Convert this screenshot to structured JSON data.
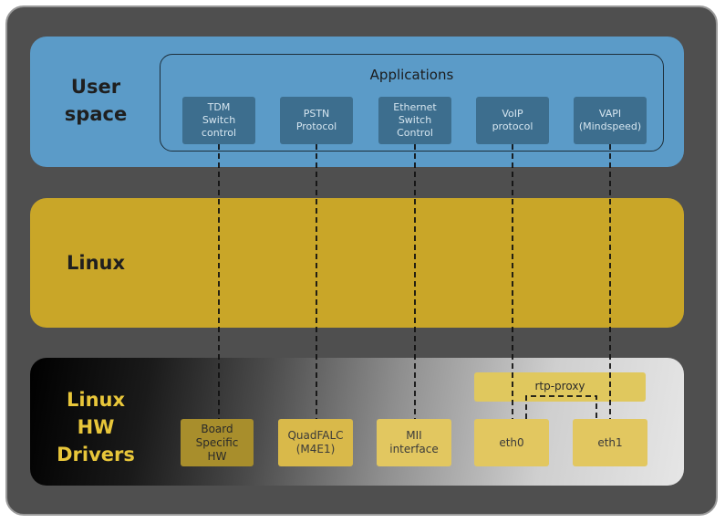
{
  "layers": {
    "user_space": {
      "title_line1": "User",
      "title_line2": "space",
      "color": "#5b9bc8"
    },
    "linux": {
      "title": "Linux",
      "color": "#c9a628"
    },
    "hw_drivers": {
      "title_line1": "Linux",
      "title_line2": "HW",
      "title_line3": "Drivers",
      "title_color": "#e8c63a"
    }
  },
  "applications": {
    "title": "Applications",
    "items": [
      {
        "line1": "TDM",
        "line2": "Switch",
        "line3": "control"
      },
      {
        "line1": "PSTN",
        "line2": "Protocol",
        "line3": ""
      },
      {
        "line1": "Ethernet",
        "line2": "Switch",
        "line3": "Control"
      },
      {
        "line1": "VoIP",
        "line2": "protocol",
        "line3": ""
      },
      {
        "line1": "VAPI",
        "line2": "(Mindspeed)",
        "line3": ""
      }
    ]
  },
  "drivers": {
    "board": {
      "line1": "Board",
      "line2": "Specific",
      "line3": "HW"
    },
    "quadfalc": {
      "line1": "QuadFALC",
      "line2": "(M4E1)"
    },
    "mii": {
      "line1": "MII",
      "line2": "interface"
    },
    "eth0": "eth0",
    "eth1": "eth1",
    "rtp_proxy": "rtp-proxy"
  }
}
